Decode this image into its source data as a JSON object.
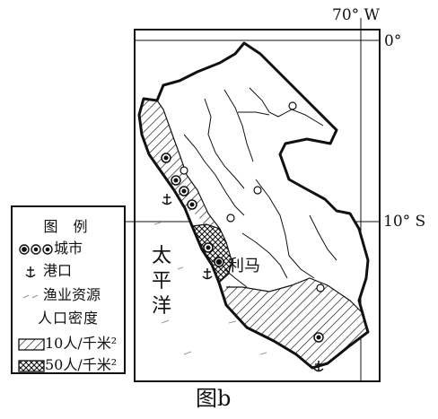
{
  "figure_caption": "图b",
  "graticule": {
    "longitude_label": "70° W",
    "latitude_label_top": "0°",
    "latitude_label_mid": "10° S"
  },
  "places": {
    "ocean_name_lines": [
      "太",
      "平",
      "洋"
    ],
    "capital": "利马"
  },
  "legend": {
    "title": "图 例",
    "city_label": "城市",
    "port_label": "港口",
    "fishery_label": "渔业资源",
    "population_title": "人口密度",
    "pop_10_label": "10人/千米²",
    "pop_50_label": "50人/千米²"
  },
  "colors": {
    "ink": "#111111",
    "paper": "#ffffff"
  }
}
